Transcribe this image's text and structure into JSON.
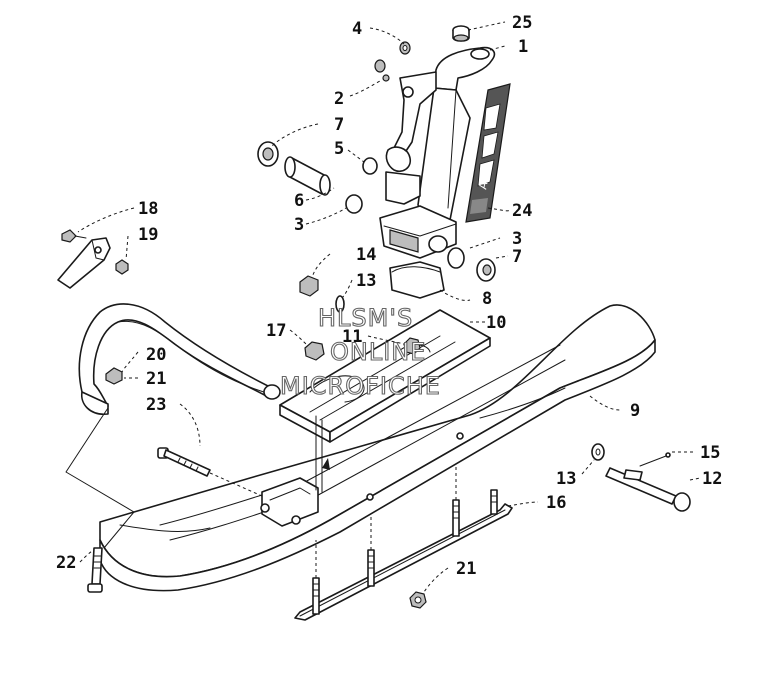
{
  "watermark": {
    "lines": [
      "HLSM'S",
      "ONLINE",
      "MICROFICHE"
    ]
  },
  "callouts": [
    {
      "id": "c25",
      "label": "25"
    },
    {
      "id": "c1",
      "label": "1"
    },
    {
      "id": "c4",
      "label": "4"
    },
    {
      "id": "c2",
      "label": "2"
    },
    {
      "id": "c7a",
      "label": "7"
    },
    {
      "id": "c5",
      "label": "5"
    },
    {
      "id": "c6",
      "label": "6"
    },
    {
      "id": "c3a",
      "label": "3"
    },
    {
      "id": "c24",
      "label": "24"
    },
    {
      "id": "c3b",
      "label": "3"
    },
    {
      "id": "c7b",
      "label": "7"
    },
    {
      "id": "c18",
      "label": "18"
    },
    {
      "id": "c19",
      "label": "19"
    },
    {
      "id": "c14",
      "label": "14"
    },
    {
      "id": "c13a",
      "label": "13"
    },
    {
      "id": "c8",
      "label": "8"
    },
    {
      "id": "c17",
      "label": "17"
    },
    {
      "id": "c11",
      "label": "11"
    },
    {
      "id": "c10",
      "label": "10"
    },
    {
      "id": "c20",
      "label": "20"
    },
    {
      "id": "c21a",
      "label": "21"
    },
    {
      "id": "c23",
      "label": "23"
    },
    {
      "id": "c9",
      "label": "9"
    },
    {
      "id": "c15",
      "label": "15"
    },
    {
      "id": "c13b",
      "label": "13"
    },
    {
      "id": "c12",
      "label": "12"
    },
    {
      "id": "c16",
      "label": "16"
    },
    {
      "id": "c22",
      "label": "22"
    },
    {
      "id": "c21b",
      "label": "21"
    }
  ],
  "spindle_decal_text": "AWS"
}
